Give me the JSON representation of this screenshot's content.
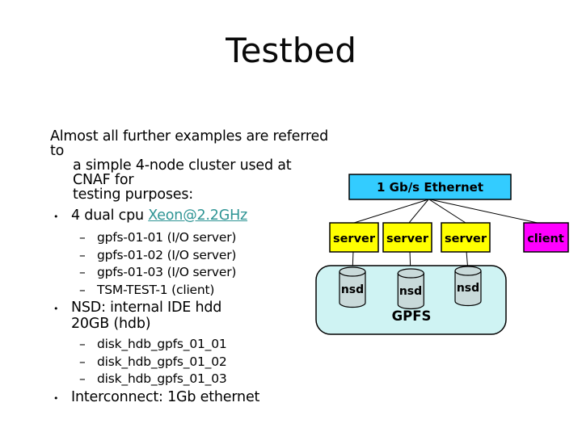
{
  "slide_title": "Testbed",
  "body": {
    "bullet_char": "•",
    "dash_char": "–",
    "intro_lines": [
      "Almost all further examples are referred to",
      "a simple 4-node cluster used at CNAF for",
      "testing purposes:"
    ],
    "bullet1": {
      "text": "4 dual cpu ",
      "link": "Xeon@2.2GHz"
    },
    "bullet1_subs": [
      "gpfs-01-01 (I/O server)",
      "gpfs-01-02 (I/O server)",
      "gpfs-01-03 (I/O server)",
      "TSM-TEST-1 (client)"
    ],
    "bullet2_lines": [
      "NSD: internal IDE hdd",
      "20GB (hdb)"
    ],
    "bullet2_subs": [
      "disk_hdb_gpfs_01_01",
      "disk_hdb_gpfs_01_02",
      "disk_hdb_gpfs_01_03"
    ],
    "bullet3": "Interconnect: 1Gb ethernet"
  },
  "diagram": {
    "ethernet_label": "1 Gb/s Ethernet",
    "server_labels": [
      "server",
      "server",
      "server"
    ],
    "client_label": "client",
    "nsd_labels": [
      "nsd",
      "nsd",
      "nsd"
    ],
    "gpfs_label": "GPFS"
  },
  "colors": {
    "link": "#2E9494",
    "ethernet_fill": "#33CCFF",
    "server_fill": "#FFFF00",
    "client_fill": "#FF00FF",
    "gpfs_fill": "#CFF3F3",
    "cylinder_fill": "#C9DADA"
  }
}
